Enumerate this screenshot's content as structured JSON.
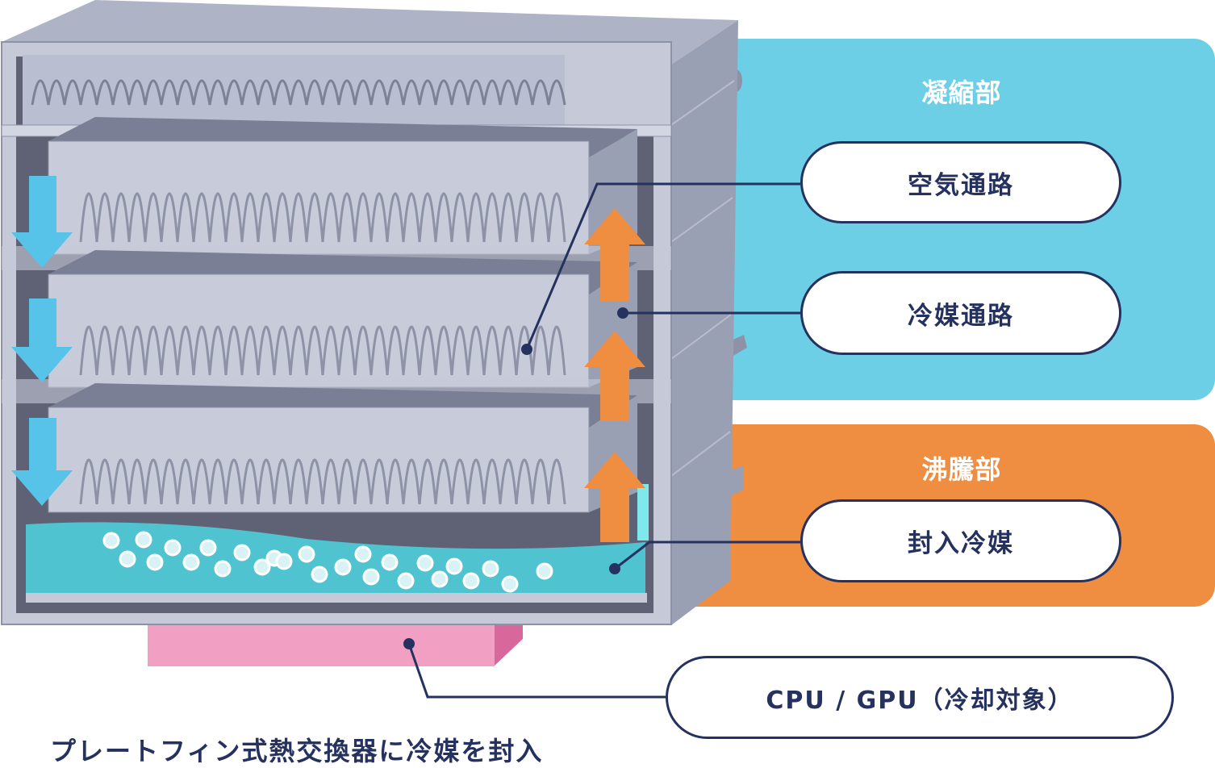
{
  "labels": {
    "condenser_section": "凝縮部",
    "air_passage": "空気通路",
    "refrigerant_passage": "冷媒通路",
    "boiling_section": "沸騰部",
    "sealed_refrigerant": "封入冷媒",
    "cpu_gpu": "CPU / GPU（冷却対象）"
  },
  "caption": "プレートフィン式熱交換器に冷媒を封入",
  "colors": {
    "condenser_zone": "#6ccfe6",
    "boiling_zone": "#ef8d40",
    "label_navy": "#25315e",
    "heat_source": "#f19fc2",
    "refrigerant_liquid": "#4fc3cf",
    "down_arrow": "#58c3e8",
    "up_arrow": "#ef8d40"
  },
  "icons": {
    "down_arrows": "arrow-down-icon",
    "up_arrows": "arrow-up-icon",
    "bubbles": "bubble-icon",
    "leader_dots": "dot-icon"
  }
}
